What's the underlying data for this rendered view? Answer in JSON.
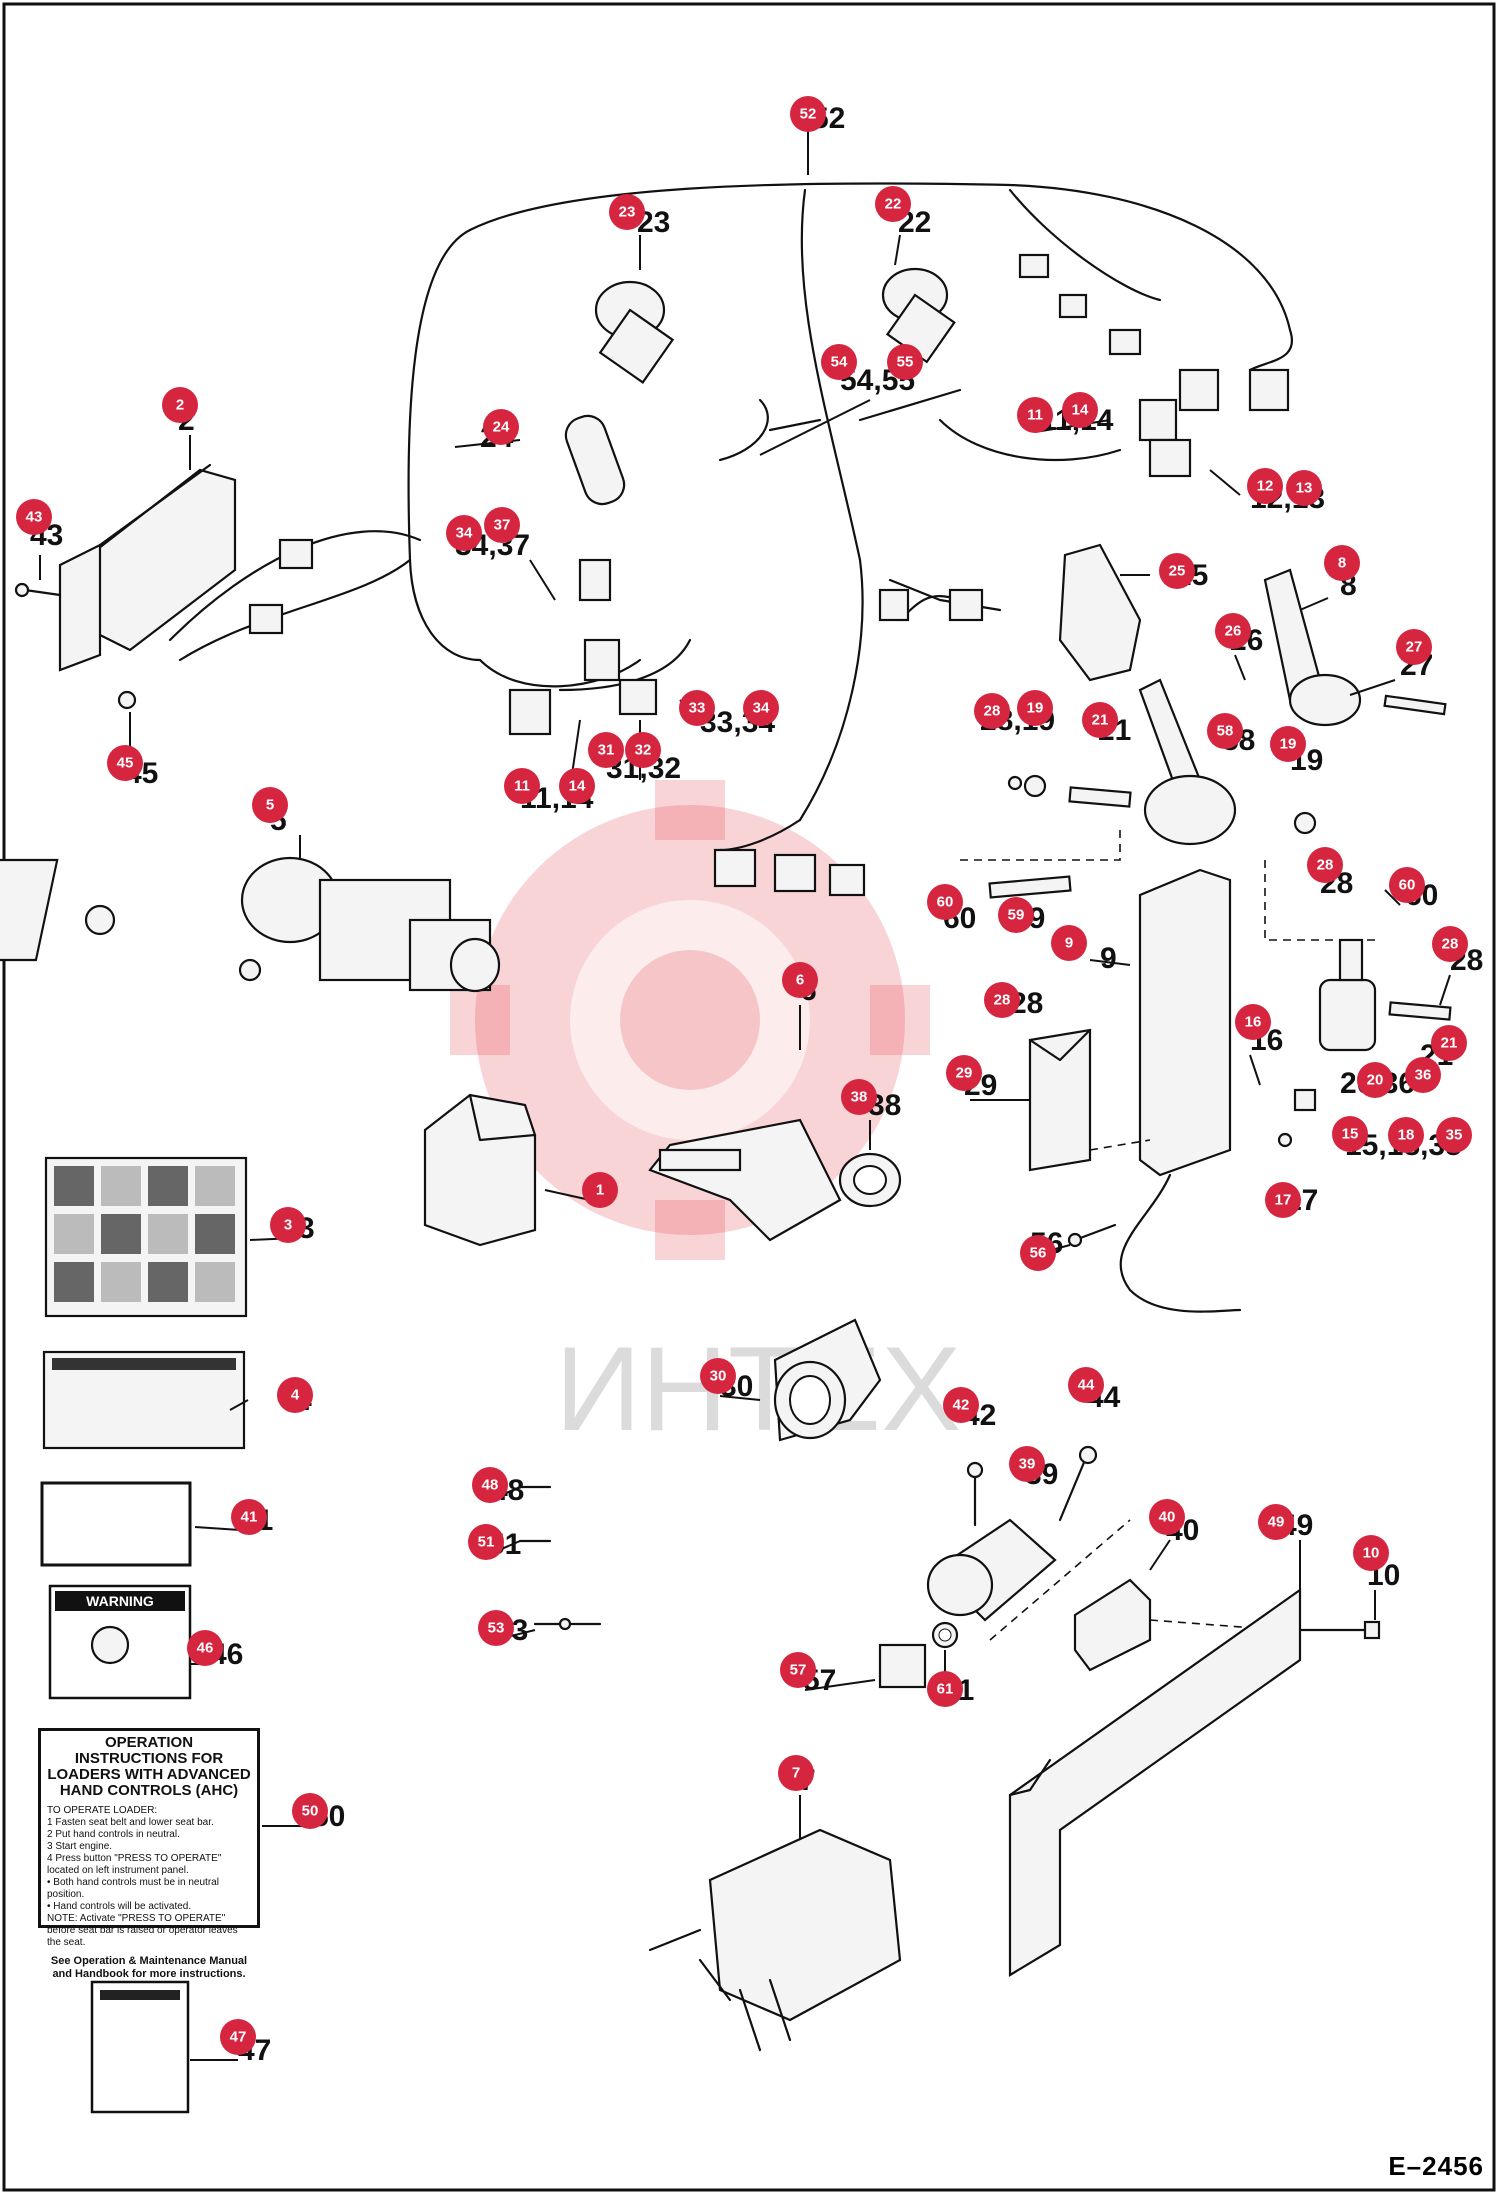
{
  "drawing_code": "E–2456",
  "watermark_text": "ИНТЕХ",
  "callouts": [
    {
      "n": "1"
    },
    {
      "n": "2"
    },
    {
      "n": "3"
    },
    {
      "n": "4"
    },
    {
      "n": "5"
    },
    {
      "n": "6"
    },
    {
      "n": "7"
    },
    {
      "n": "8"
    },
    {
      "n": "9"
    },
    {
      "n": "10"
    },
    {
      "n": "11"
    },
    {
      "n": "11"
    },
    {
      "n": "12"
    },
    {
      "n": "13"
    },
    {
      "n": "14"
    },
    {
      "n": "14"
    },
    {
      "n": "15"
    },
    {
      "n": "16"
    },
    {
      "n": "17"
    },
    {
      "n": "18"
    },
    {
      "n": "19"
    },
    {
      "n": "19"
    },
    {
      "n": "20"
    },
    {
      "n": "21"
    },
    {
      "n": "21"
    },
    {
      "n": "22"
    },
    {
      "n": "23"
    },
    {
      "n": "24"
    },
    {
      "n": "25"
    },
    {
      "n": "26"
    },
    {
      "n": "27"
    },
    {
      "n": "28"
    },
    {
      "n": "28"
    },
    {
      "n": "28"
    },
    {
      "n": "28"
    },
    {
      "n": "29"
    },
    {
      "n": "30"
    },
    {
      "n": "31"
    },
    {
      "n": "32"
    },
    {
      "n": "33"
    },
    {
      "n": "34"
    },
    {
      "n": "34"
    },
    {
      "n": "35"
    },
    {
      "n": "36"
    },
    {
      "n": "37"
    },
    {
      "n": "38"
    },
    {
      "n": "39"
    },
    {
      "n": "40"
    },
    {
      "n": "41"
    },
    {
      "n": "42"
    },
    {
      "n": "43"
    },
    {
      "n": "44"
    },
    {
      "n": "45"
    },
    {
      "n": "46"
    },
    {
      "n": "47"
    },
    {
      "n": "48"
    },
    {
      "n": "49"
    },
    {
      "n": "50"
    },
    {
      "n": "51"
    },
    {
      "n": "52"
    },
    {
      "n": "53"
    },
    {
      "n": "54"
    },
    {
      "n": "55"
    },
    {
      "n": "56"
    },
    {
      "n": "57"
    },
    {
      "n": "58"
    },
    {
      "n": "59"
    },
    {
      "n": "60"
    },
    {
      "n": "60"
    },
    {
      "n": "61"
    }
  ],
  "labels": {
    "l52": "52",
    "l23": "23",
    "l22": "22",
    "l2": "2",
    "l43": "43",
    "l45": "45",
    "l24": "24",
    "l34_37": "34,37",
    "l54_55": "54,55",
    "l11_14_top": "11,14",
    "l12_13": "12,13",
    "l25": "25",
    "l8": "8",
    "l26": "26",
    "l27": "27",
    "l28_19": "28,19",
    "l21a": "21",
    "l58": "58",
    "l19b": "19",
    "l28b": "28",
    "l11_14": "11,14",
    "l31_32": "31,32",
    "l33_34": "33,34",
    "l5": "5",
    "l60a": "60",
    "l59": "59",
    "l9": "9",
    "l60b": "60",
    "l28c": "28",
    "l28d": "28",
    "l16": "16",
    "l21b": "21",
    "l20_36": "20,36",
    "l15_18_35": "15,18,35",
    "l17": "17",
    "l6": "6",
    "l29": "29",
    "l38": "38",
    "l1": "1",
    "l3": "3",
    "l56": "56",
    "l4": "4",
    "l30": "30",
    "l42": "42",
    "l44": "44",
    "l39": "39",
    "l41": "41",
    "l48": "48",
    "l51": "51",
    "l40": "40",
    "l49": "49",
    "l10": "10",
    "l46": "46",
    "l53": "53",
    "l57": "57",
    "l61": "61",
    "l50": "50",
    "l7": "7",
    "l47": "47"
  },
  "decal_46": {
    "heading": "WARNING"
  },
  "decal_50": {
    "title": "OPERATION INSTRUCTIONS FOR LOADERS WITH ADVANCED HAND CONTROLS (AHC)",
    "body": "TO OPERATE LOADER:\n1  Fasten seat belt and lower seat bar.\n2  Put hand controls in neutral.\n3  Start engine.\n4  Press button \"PRESS TO OPERATE\" located on left instrument panel.\n• Both hand controls must be in neutral position.\n• Hand controls will be activated.\nNOTE: Activate \"PRESS TO OPERATE\" before seat bar is raised or operator leaves the seat.",
    "footer": "See Operation & Maintenance Manual and Handbook for more instructions."
  }
}
